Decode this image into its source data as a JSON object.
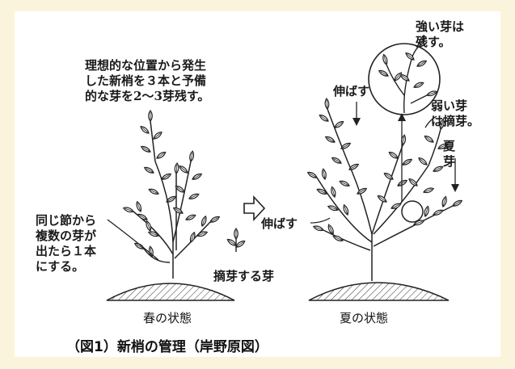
{
  "caption": "（図1）新梢の管理（岸野原図）",
  "spring": {
    "state_label": "春の状態",
    "note_top": "理想的な位置から発生\nした新梢を３本と予備\n的な芽を2〜3芽残す。",
    "note_left": "同じ節から\n複数の芽が\n出たら１本\nにする。",
    "note_bud": "摘芽する芽"
  },
  "summer": {
    "state_label": "夏の状態",
    "strong_bud": "強い芽は\n残す。",
    "weak_bud": "弱い芽\nは摘芽。",
    "extend_top": "伸ばす",
    "extend_left": "伸ばす",
    "summer_bud": "夏\n芽"
  },
  "colors": {
    "background": "#fbf4dc",
    "card": "#ffffff",
    "ink": "#1a1a1a"
  }
}
